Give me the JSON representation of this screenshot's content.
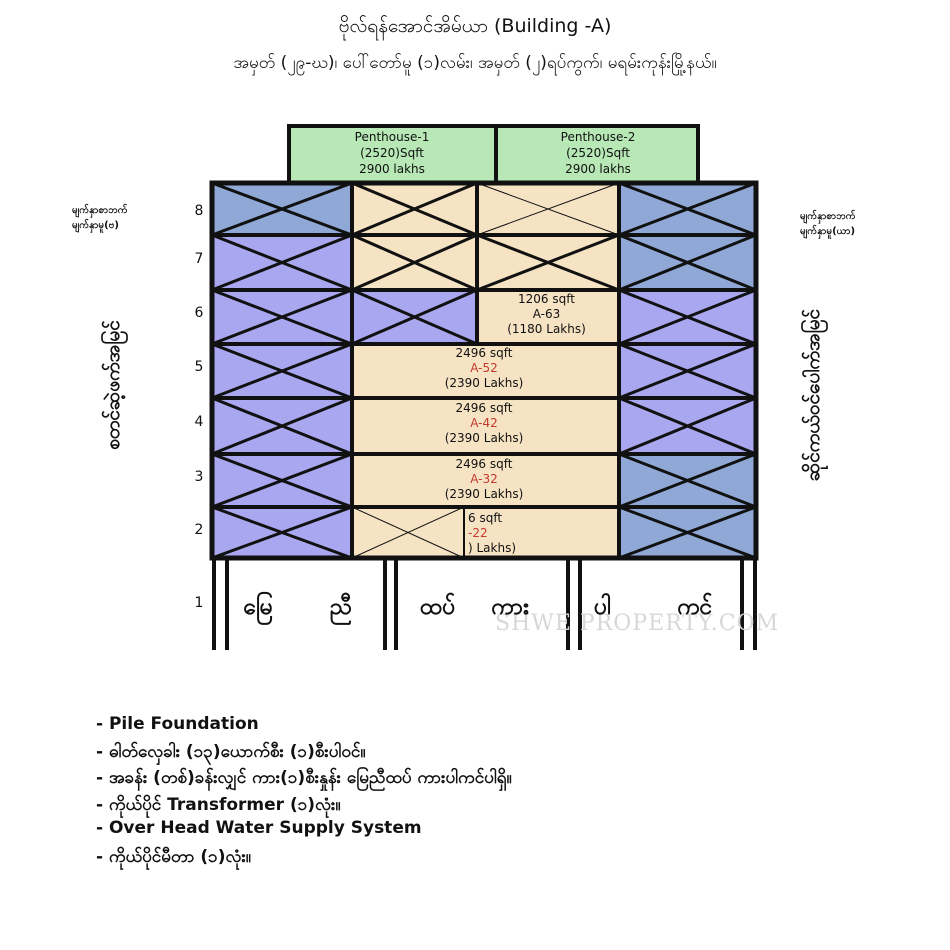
{
  "header": {
    "title": "ဗိုလ်ရန်အောင်အိမ်ယာ (Building -A)",
    "subtitle": "အမှတ် (၂၉-ဃ)၊ ပေါ်တော်မူ (၁)လမ်း၊ အမှတ် (၂)ရပ်ကွက်၊ မရမ်းကုန်းမြို့နယ်။"
  },
  "wings": {
    "left_small": [
      "မျက်နှာစာဘက်",
      "မျက်နှာမူ(ဗ)"
    ],
    "right_small": [
      "မျက်နှာစာဘက်",
      "မျက်နှာမူ(ယာ)"
    ],
    "left_vertical": "စတင်ဆဲ့ဖက်အမြင်",
    "right_vertical": "ဆိုင်ကယ်ဝင်ပေါက်အမြင်"
  },
  "floors": [
    "8",
    "7",
    "6",
    "5",
    "4",
    "3",
    "2",
    "1"
  ],
  "penthouses": [
    {
      "name": "Penthouse-1",
      "area": "(2520)Sqft",
      "price": "2900 lakhs"
    },
    {
      "name": "Penthouse-2",
      "area": "(2520)Sqft",
      "price": "2900 lakhs"
    }
  ],
  "units": {
    "a63": {
      "area": "1206 sqft",
      "code": "A-63",
      "price": "(1180 Lakhs)"
    },
    "a52": {
      "area": "2496 sqft",
      "code": "A-52",
      "price": "(2390 Lakhs)"
    },
    "a42": {
      "area": "2496 sqft",
      "code": "A-42",
      "price": "(2390 Lakhs)"
    },
    "a32": {
      "area": "2496 sqft",
      "code": "A-32",
      "price": "(2390 Lakhs)"
    },
    "a22": {
      "area": "6 sqft",
      "code": "-22",
      "price": ") Lakhs)"
    }
  },
  "ground": [
    "မြေ",
    "ညီ",
    "ထပ်",
    "ကား",
    "ပါ",
    "ကင်"
  ],
  "watermark": "SHWE PROPERTY.COM",
  "features": [
    "- Pile Foundation",
    "- ဓါတ်လှေခါး (၁၃)ယောက်စီး (၁)စီးပါဝင်။",
    "- အခန်း (တစ်)ခန်းလျှင် ကား(၁)စီးနှုန်း မြေညီထပ် ကားပါကင်ပါရှိ။",
    "- ကိုယ်ပိုင် Transformer (၁)လုံး။",
    "- Over Head  Water  Supply  System",
    "- ကိုယ်ပိုင်မီတာ (၁)လုံး။"
  ],
  "colors": {
    "sold_purple": "#a9a7ef",
    "sold_blue": "#8fa8d6",
    "available_cream": "#f6e3c4",
    "penthouse_green": "#b7e8b5",
    "unit_code_red": "#c43a2e"
  }
}
